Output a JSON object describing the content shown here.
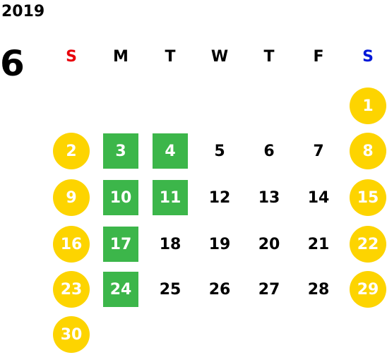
{
  "calendar": {
    "year": "2019",
    "month": "6",
    "weekdays": [
      {
        "label": "S",
        "kind": "sun"
      },
      {
        "label": "M",
        "kind": "weekday"
      },
      {
        "label": "T",
        "kind": "weekday"
      },
      {
        "label": "W",
        "kind": "weekday"
      },
      {
        "label": "T",
        "kind": "weekday"
      },
      {
        "label": "F",
        "kind": "weekday"
      },
      {
        "label": "S",
        "kind": "sat"
      }
    ],
    "colors": {
      "sunday_header": "#e8000b",
      "saturday_header": "#0018d8",
      "holiday_circle": "#fdd400",
      "closed_square": "#3cb64a",
      "text": "#000000"
    },
    "weeks": [
      [
        null,
        null,
        null,
        null,
        null,
        null,
        {
          "day": "1",
          "style": "holiday"
        }
      ],
      [
        {
          "day": "2",
          "style": "holiday"
        },
        {
          "day": "3",
          "style": "closed"
        },
        {
          "day": "4",
          "style": "closed"
        },
        {
          "day": "5",
          "style": "normal"
        },
        {
          "day": "6",
          "style": "normal"
        },
        {
          "day": "7",
          "style": "normal"
        },
        {
          "day": "8",
          "style": "holiday"
        }
      ],
      [
        {
          "day": "9",
          "style": "holiday"
        },
        {
          "day": "10",
          "style": "closed"
        },
        {
          "day": "11",
          "style": "closed"
        },
        {
          "day": "12",
          "style": "normal"
        },
        {
          "day": "13",
          "style": "normal"
        },
        {
          "day": "14",
          "style": "normal"
        },
        {
          "day": "15",
          "style": "holiday"
        }
      ],
      [
        {
          "day": "16",
          "style": "holiday"
        },
        {
          "day": "17",
          "style": "closed"
        },
        {
          "day": "18",
          "style": "normal"
        },
        {
          "day": "19",
          "style": "normal"
        },
        {
          "day": "20",
          "style": "normal"
        },
        {
          "day": "21",
          "style": "normal"
        },
        {
          "day": "22",
          "style": "holiday"
        }
      ],
      [
        {
          "day": "23",
          "style": "holiday"
        },
        {
          "day": "24",
          "style": "closed"
        },
        {
          "day": "25",
          "style": "normal"
        },
        {
          "day": "26",
          "style": "normal"
        },
        {
          "day": "27",
          "style": "normal"
        },
        {
          "day": "28",
          "style": "normal"
        },
        {
          "day": "29",
          "style": "holiday"
        }
      ],
      [
        {
          "day": "30",
          "style": "holiday"
        },
        null,
        null,
        null,
        null,
        null,
        null
      ]
    ]
  }
}
